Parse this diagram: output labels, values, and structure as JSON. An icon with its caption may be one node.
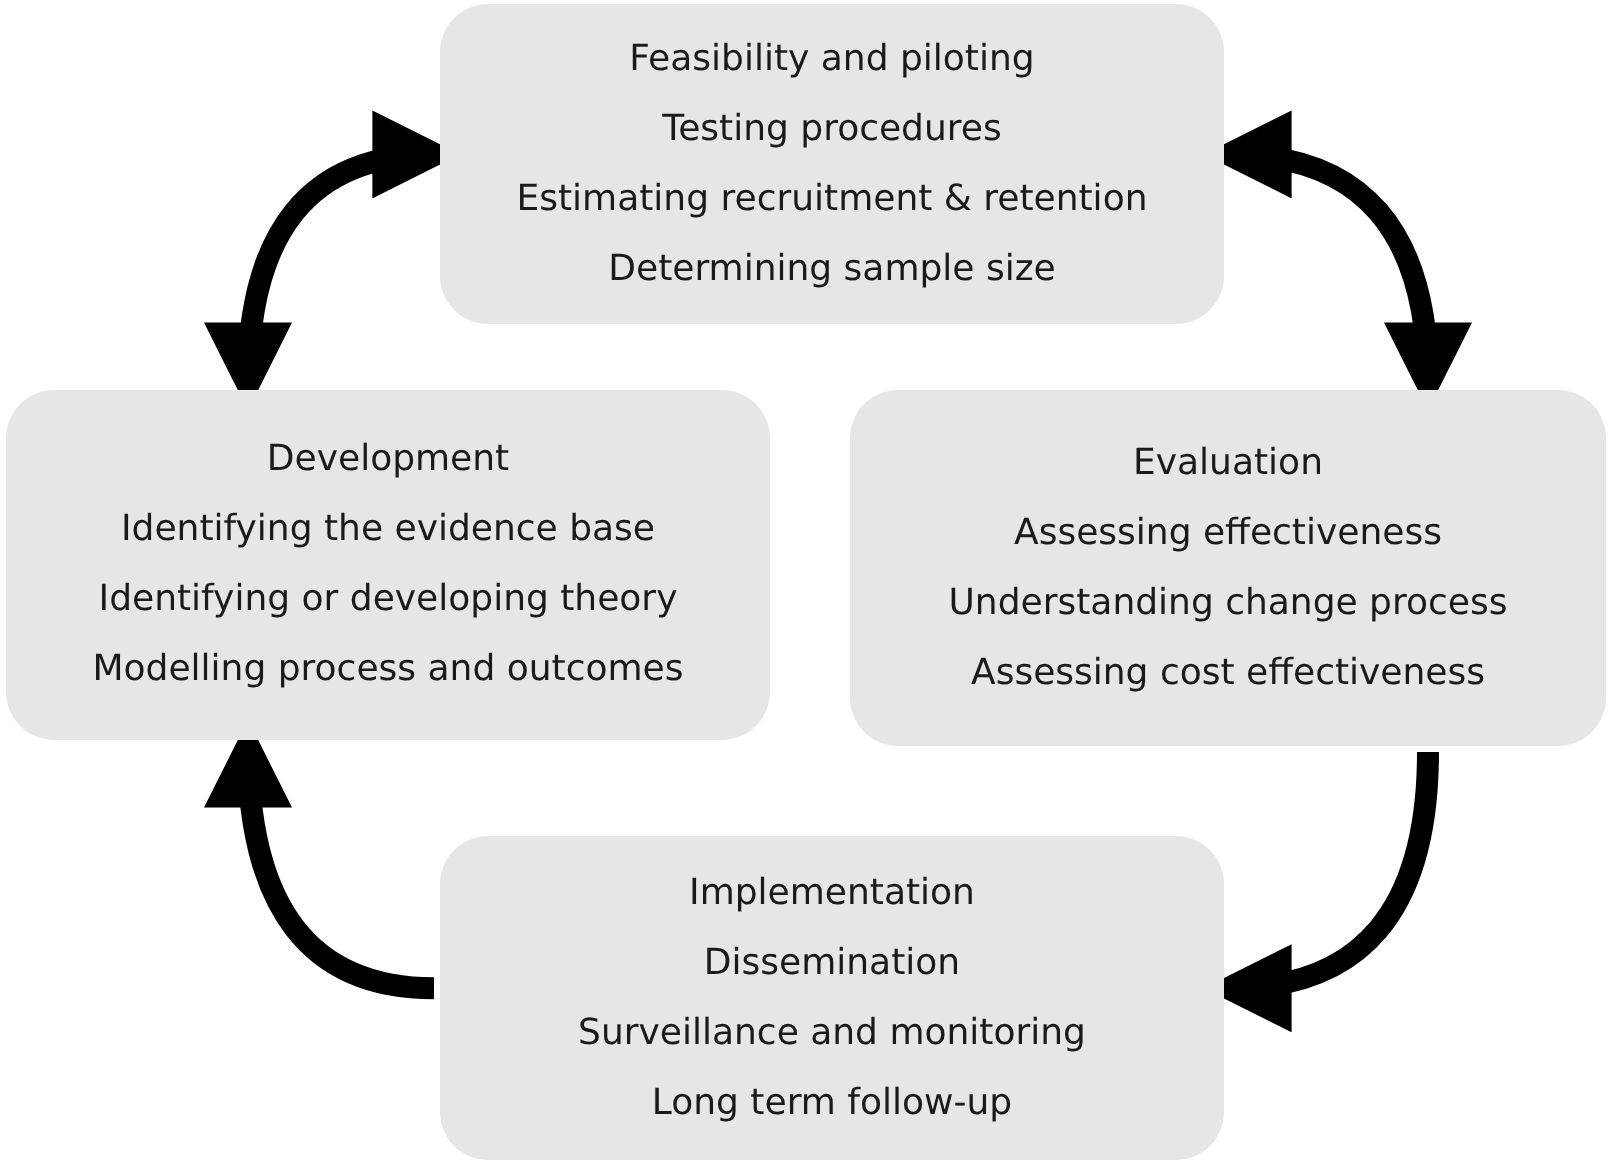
{
  "diagram": {
    "nodes": [
      {
        "text": [
          "Feasibility and piloting",
          "Testing procedures",
          "Estimating recruitment & retention",
          "Determining sample size"
        ]
      },
      {
        "text": [
          "Development",
          "Identifying the evidence base",
          "Identifying or developing theory",
          "Modelling process and outcomes"
        ]
      },
      {
        "text": [
          "Evaluation",
          "Assessing effectiveness",
          "Understanding change process",
          "Assessing cost effectiveness"
        ]
      },
      {
        "text": [
          "Implementation",
          "Dissemination",
          "Surveillance and monitoring",
          "Long term follow-up"
        ]
      }
    ],
    "edges": [
      {
        "from": 1,
        "to": 0,
        "arrow": "both"
      },
      {
        "from": 0,
        "to": 2,
        "arrow": "both"
      },
      {
        "from": 2,
        "to": 3,
        "arrow": "to"
      },
      {
        "from": 3,
        "to": 1,
        "arrow": "to"
      }
    ]
  }
}
